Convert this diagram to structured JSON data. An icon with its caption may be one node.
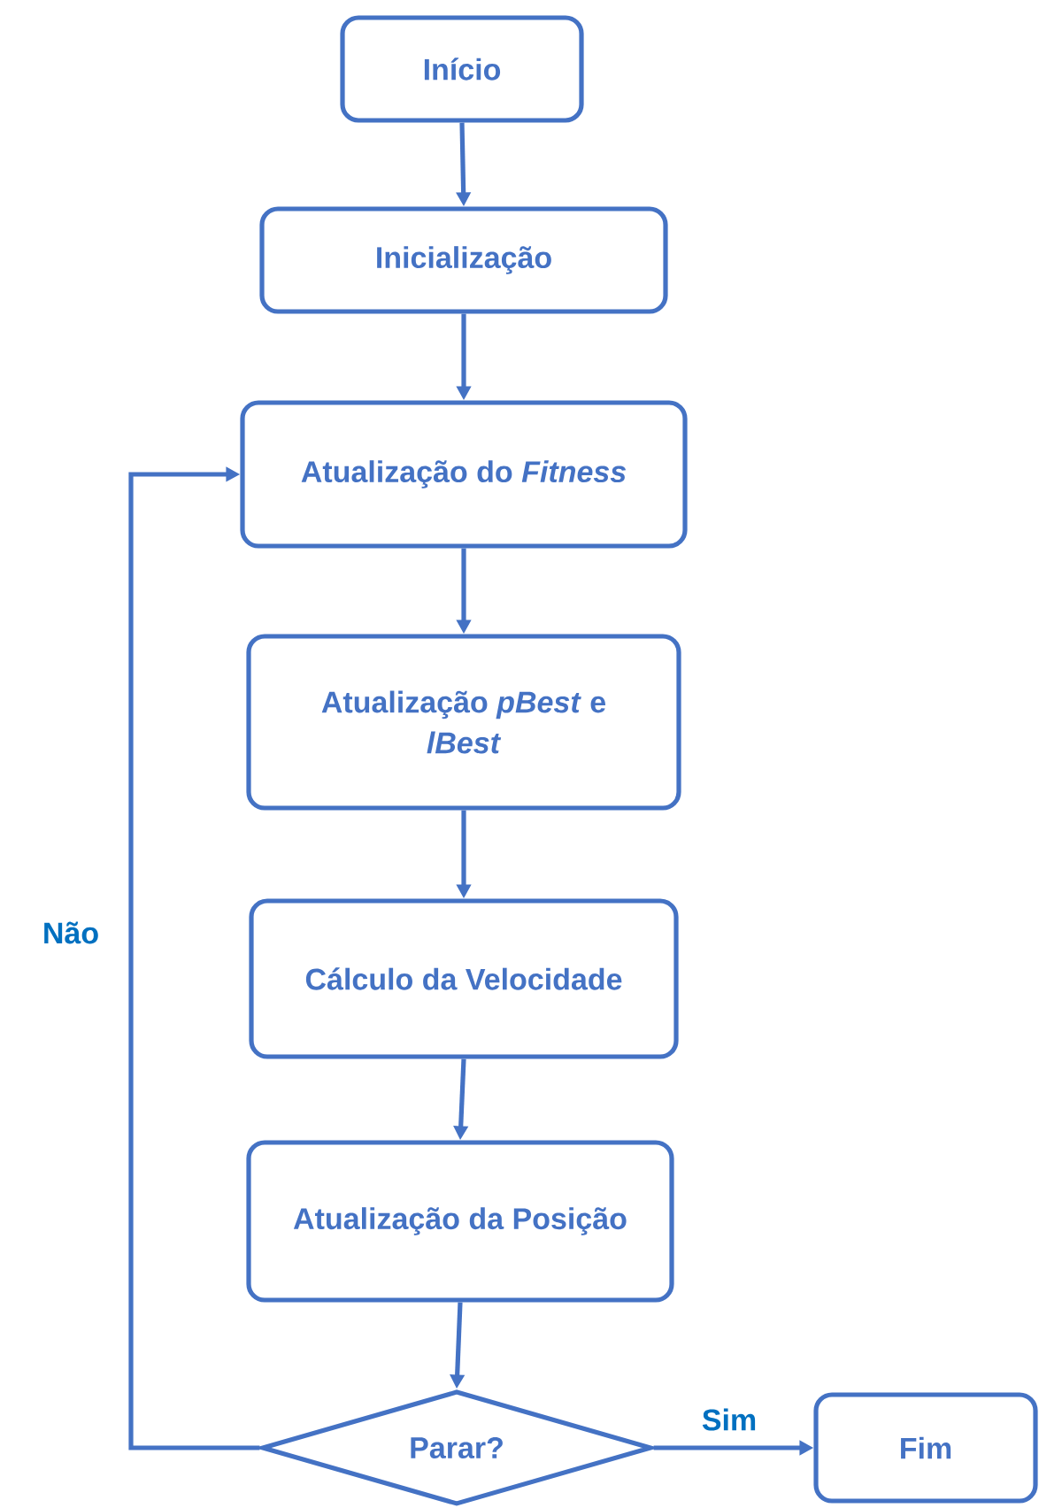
{
  "diagram": {
    "nodes": [
      {
        "text": [
          "Início"
        ]
      },
      {
        "text": [
          "Inicialização"
        ]
      },
      {
        "text": [
          "Atualização do *Fitness*"
        ]
      },
      {
        "text": [
          "Atualização *pBest* e *lBest*"
        ]
      },
      {
        "text": [
          "Cálculo da Velocidade"
        ]
      },
      {
        "text": [
          "Atualização da Posição"
        ]
      },
      {
        "text": [
          "Parar?"
        ]
      },
      {
        "text": [
          "Fim"
        ]
      }
    ],
    "edges": [
      {
        "from": 0,
        "to": 1,
        "arrow": "to"
      },
      {
        "from": 1,
        "to": 2,
        "arrow": "to"
      },
      {
        "from": 2,
        "to": 3,
        "arrow": "to"
      },
      {
        "from": 3,
        "to": 4,
        "arrow": "to"
      },
      {
        "from": 4,
        "to": 5,
        "arrow": "to"
      },
      {
        "from": 5,
        "to": 6,
        "arrow": "to"
      },
      {
        "from": 6,
        "to": 7,
        "arrow": "to",
        "label": "Sim"
      },
      {
        "from": 6,
        "to": 2,
        "arrow": "to",
        "label": "Não"
      }
    ]
  }
}
